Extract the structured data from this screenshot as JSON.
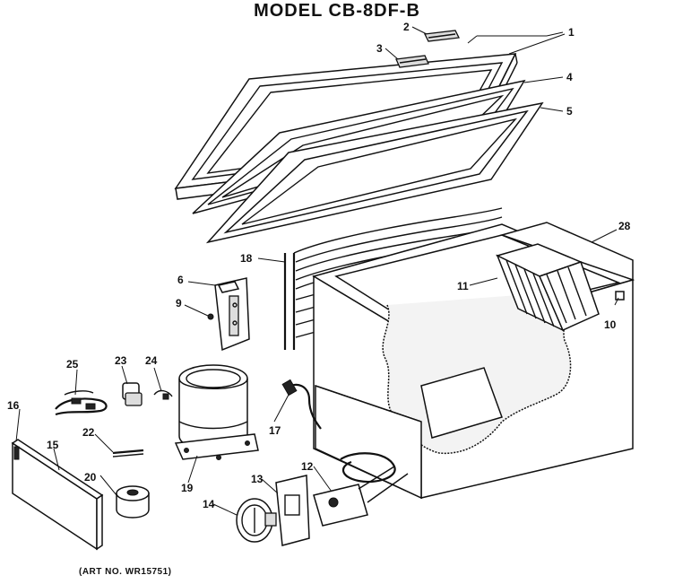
{
  "title": "MODEL CB-8DF-B",
  "art_number": "(ART NO. WR15751)",
  "callouts": [
    {
      "id": "c1",
      "label": "1"
    },
    {
      "id": "c2",
      "label": "2"
    },
    {
      "id": "c3",
      "label": "3"
    },
    {
      "id": "c4",
      "label": "4"
    },
    {
      "id": "c5",
      "label": "5"
    },
    {
      "id": "c6",
      "label": "6"
    },
    {
      "id": "c9",
      "label": "9"
    },
    {
      "id": "c10",
      "label": "10"
    },
    {
      "id": "c11",
      "label": "11"
    },
    {
      "id": "c12",
      "label": "12"
    },
    {
      "id": "c13",
      "label": "13"
    },
    {
      "id": "c14",
      "label": "14"
    },
    {
      "id": "c15",
      "label": "15"
    },
    {
      "id": "c16",
      "label": "16"
    },
    {
      "id": "c17",
      "label": "17"
    },
    {
      "id": "c18",
      "label": "18"
    },
    {
      "id": "c19",
      "label": "19"
    },
    {
      "id": "c20",
      "label": "20"
    },
    {
      "id": "c22",
      "label": "22"
    },
    {
      "id": "c23",
      "label": "23"
    },
    {
      "id": "c24",
      "label": "24"
    },
    {
      "id": "c25",
      "label": "25"
    },
    {
      "id": "c28",
      "label": "28"
    }
  ]
}
